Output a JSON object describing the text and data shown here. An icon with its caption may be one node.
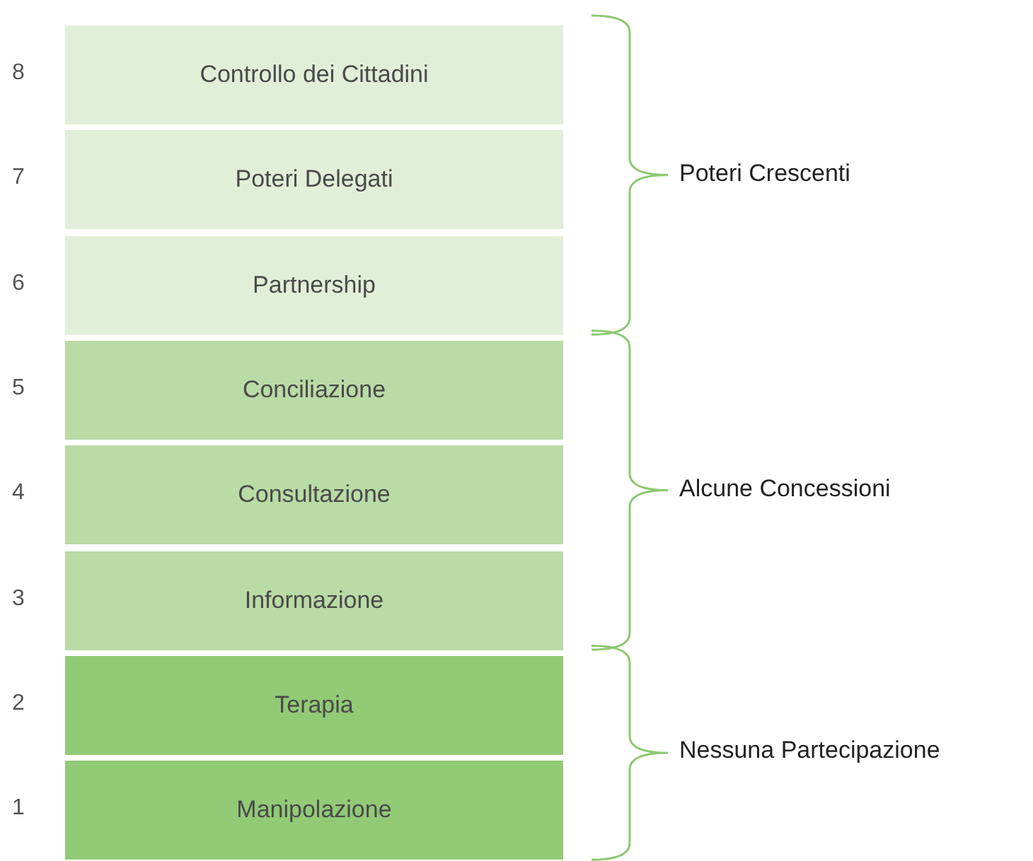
{
  "diagram": {
    "nodes": [
      {
        "text": [
          "Controllo dei Cittadini"
        ],
        "beside": [
          "8"
        ]
      },
      {
        "text": [
          "Poteri Delegati"
        ],
        "beside": [
          "7"
        ]
      },
      {
        "text": [
          "Partnership"
        ],
        "beside": [
          "6"
        ]
      },
      {
        "text": [
          "Conciliazione"
        ],
        "beside": [
          "5"
        ]
      },
      {
        "text": [
          "Consultazione"
        ],
        "beside": [
          "4"
        ]
      },
      {
        "text": [
          "Informazione"
        ],
        "beside": [
          "3"
        ]
      },
      {
        "text": [
          "Terapia"
        ],
        "beside": [
          "2"
        ]
      },
      {
        "text": [
          "Manipolazione"
        ],
        "beside": [
          "1"
        ]
      }
    ],
    "labels": [
      "Poteri Crescenti",
      "Alcune Concessioni",
      "Nessuna Partecipazione"
    ]
  }
}
